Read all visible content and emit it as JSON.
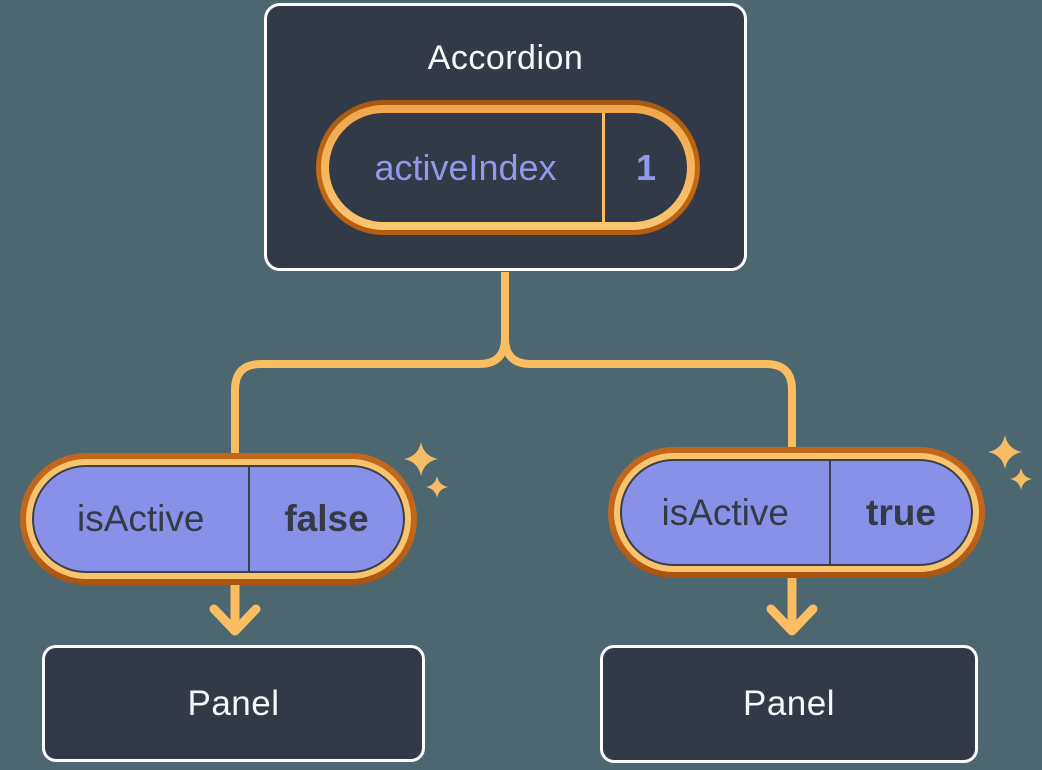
{
  "diagram": {
    "accordion": {
      "title": "Accordion",
      "state": {
        "name": "activeIndex",
        "value": "1"
      }
    },
    "children": [
      {
        "prop": {
          "name": "isActive",
          "value": "false"
        },
        "panel": "Panel"
      },
      {
        "prop": {
          "name": "isActive",
          "value": "true"
        },
        "panel": "Panel"
      }
    ]
  },
  "icons": {
    "sparkle": "✦",
    "down_arrow": "↓"
  },
  "colors": {
    "background": "#4C6770",
    "node_fill": "#333A47",
    "node_border": "#FCFCFC",
    "node_text": "#F7F8FA",
    "pill_purple": "#8890E8",
    "pill_dark_text": "#343B47",
    "pill_dark_border": "#3A4049",
    "ring_dark": "#C2661B",
    "ring_dark_deep": "#A85410",
    "ring_light": "#FAC36E",
    "gold_grad_top": "#A6570F",
    "gold_grad_mid": "#C96A14",
    "gold_grad_low": "#B35C10",
    "gold_inner_top": "#F0A64A",
    "gold_inner_bottom": "#FBC671",
    "connector": "#FABD62",
    "state_text": "#9199EA",
    "sparkle": "#F6BC66"
  }
}
